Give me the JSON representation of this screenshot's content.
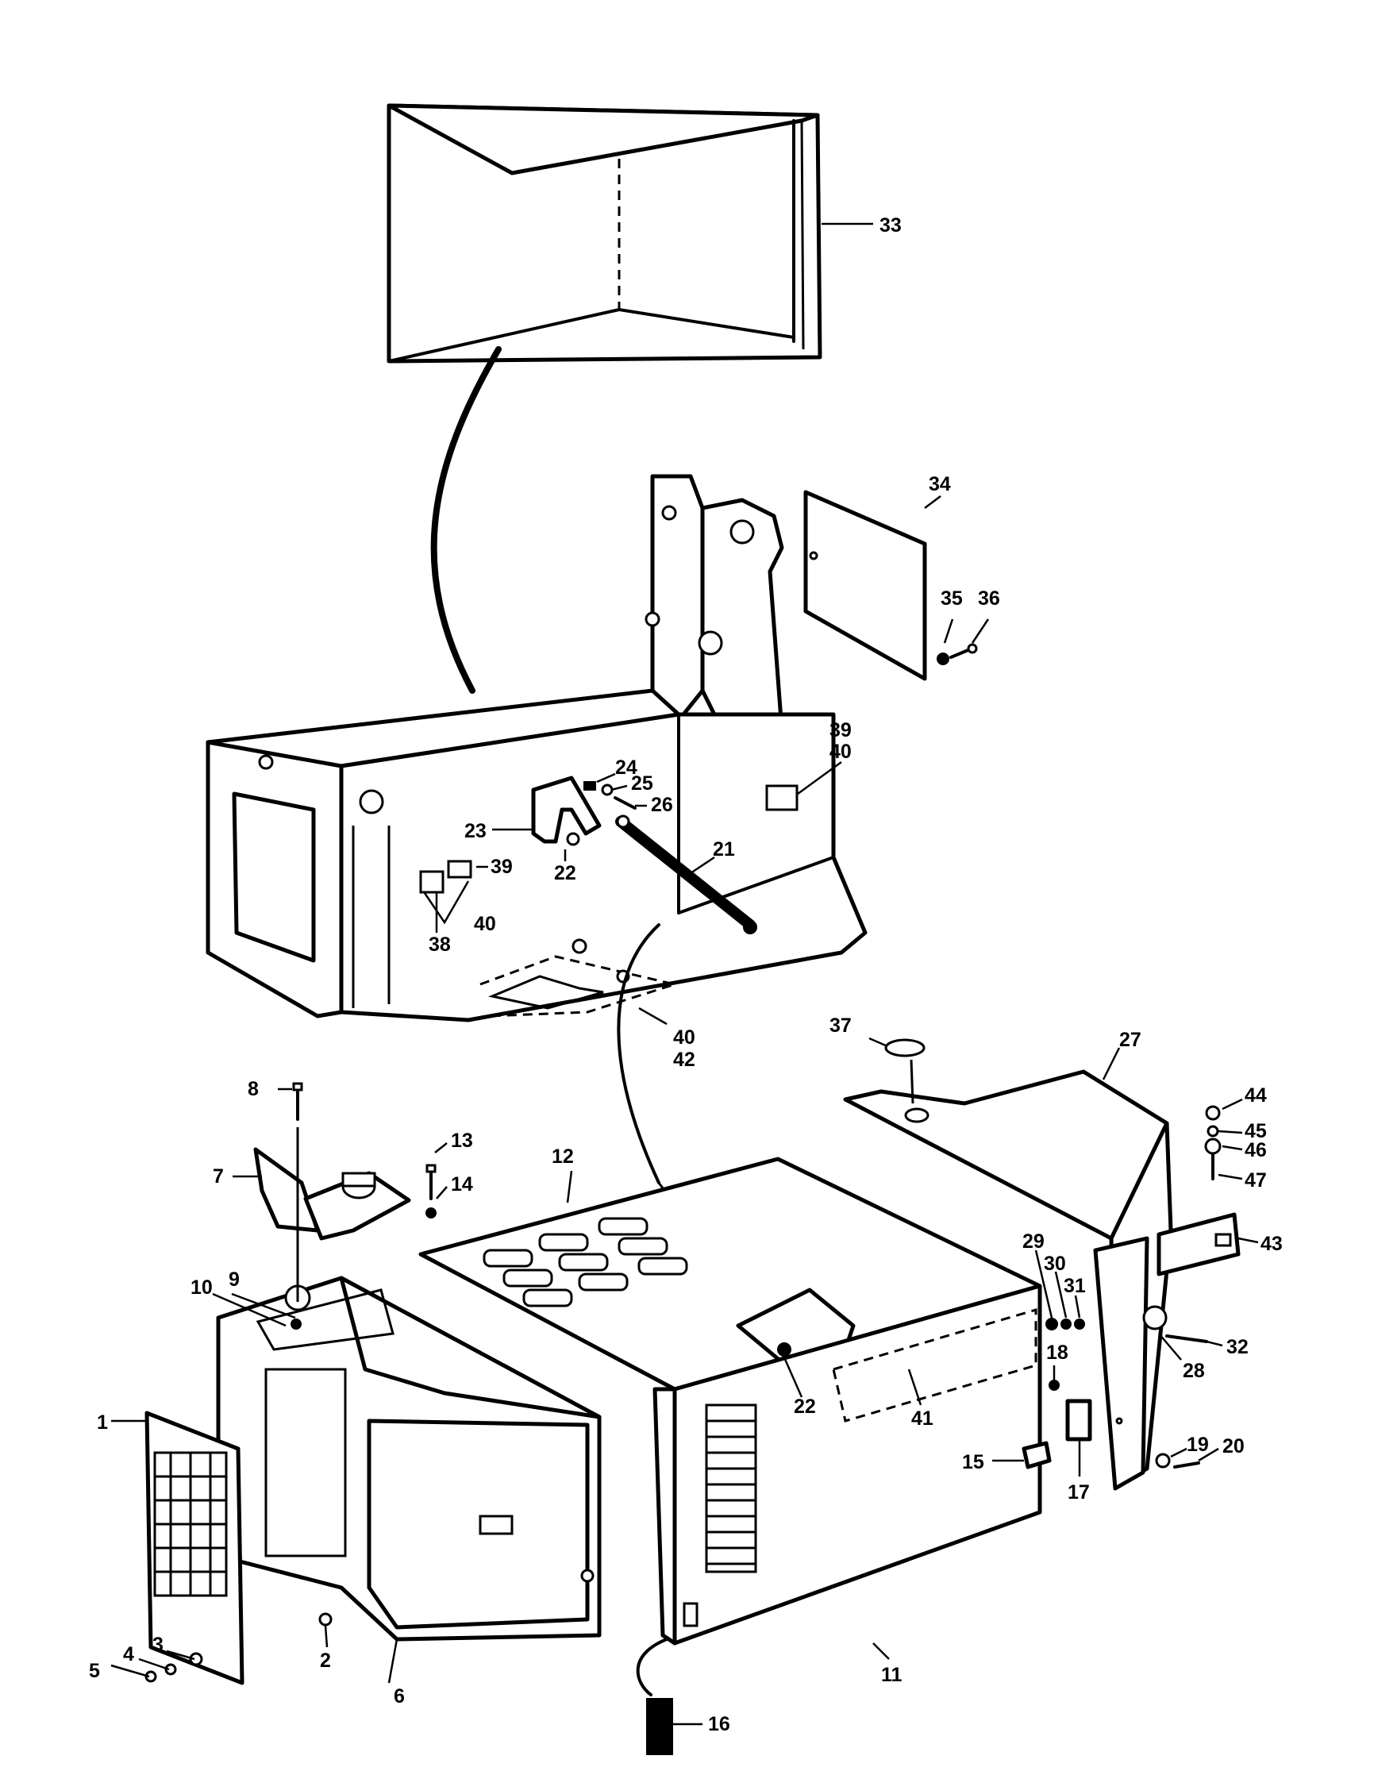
{
  "callouts": [
    "1",
    "2",
    "3",
    "4",
    "5",
    "6",
    "7",
    "8",
    "9",
    "10",
    "11",
    "12",
    "13",
    "14",
    "15",
    "16",
    "17",
    "18",
    "19",
    "20",
    "21",
    "22",
    "22",
    "23",
    "24",
    "25",
    "26",
    "27",
    "28",
    "29",
    "30",
    "31",
    "32",
    "33",
    "34",
    "35",
    "36",
    "37",
    "38",
    "39",
    "40",
    "39",
    "40",
    "40",
    "42",
    "41",
    "43",
    "44",
    "45",
    "46",
    "47"
  ],
  "colors": {
    "ink": "#000000",
    "paper": "#ffffff"
  }
}
